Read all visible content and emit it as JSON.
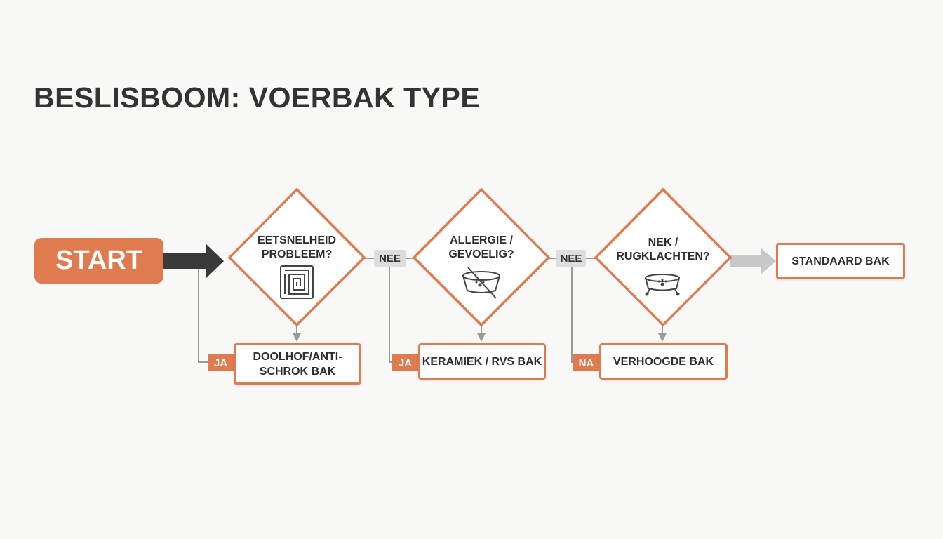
{
  "title": "BESLISBOOM: VOERBAK TYPE",
  "colors": {
    "accent": "#e07b4f",
    "dark": "#333333",
    "connector": "#9a9a9a",
    "no_tag_bg": "#dddddd",
    "final_arrow": "#c8c8c8"
  },
  "start": {
    "label": "START"
  },
  "decisions": [
    {
      "line1": "EETSNELHEID",
      "line2": "PROBLEEM?",
      "icon": "maze-icon"
    },
    {
      "line1": "ALLERGIE /",
      "line2": "GEVOELIG?",
      "icon": "crossed-out-bowl-icon"
    },
    {
      "line1": "NEK /",
      "line2": "RUGKLACHTEN?",
      "icon": "raised-bowl-icon"
    }
  ],
  "branch_labels": {
    "yes1": "JA",
    "yes2": "JA",
    "yes3": "NA",
    "no1": "NEE",
    "no2": "NEE"
  },
  "outcomes": {
    "out1_line1": "DOOLHOF/ANTI-",
    "out1_line2": "SCHROK BAK",
    "out2": "KERAMIEK / RVS BAK",
    "out3": "VERHOOGDE BAK",
    "final": "STANDAARD BAK"
  }
}
